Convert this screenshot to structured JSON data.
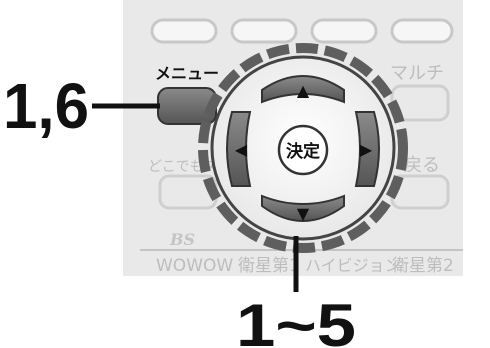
{
  "remote": {
    "menu_label": "メニュー",
    "multi_label": "マルチ",
    "anywhere_label": "どこでもズ",
    "back_label": "戻る",
    "bs_logo": "BS",
    "channel_row": {
      "wowow": "WOWOW",
      "eisei1": "衛星第1",
      "hivision": "ハイビジョン",
      "eisei2": "衛星第2"
    },
    "center_label": "決定",
    "arrows": {
      "up": "▲",
      "down": "▼",
      "left": "◀",
      "right": "▶"
    }
  },
  "callouts": {
    "menu_steps": "1,6",
    "nav_steps": "1~5"
  },
  "colors": {
    "remote_body": "#e9e9e9",
    "button_outline": "#cfcfcf",
    "key_fill": "#6f6f6f",
    "label_gray": "#bdbdbd",
    "dashed_ring": "#5e5e5e",
    "callout": "#111111"
  }
}
